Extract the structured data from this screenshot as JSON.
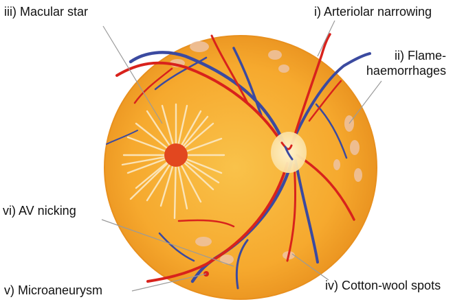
{
  "labels": {
    "macular_star": "iii) Macular star",
    "arteriolar_narrowing": "i) Arteriolar narrowing",
    "flame_line1": "ii) Flame-",
    "flame_line2": "haemorrhages",
    "av_nicking": "vi) AV nicking",
    "microaneurysm": "v) Microaneurysm",
    "cotton_wool": "iv) Cotton-wool spots"
  },
  "colors": {
    "retina": "#f6a92e",
    "retina_rim": "#e8901e",
    "artery": "#d8221c",
    "vein": "#3b4aa0",
    "optic_disc": "#fbe3a8",
    "star_rays": "#fbe7bf",
    "fovea": "#e2471f",
    "exudate": "#eec3a3",
    "leader_line": "#9a9a9a"
  }
}
